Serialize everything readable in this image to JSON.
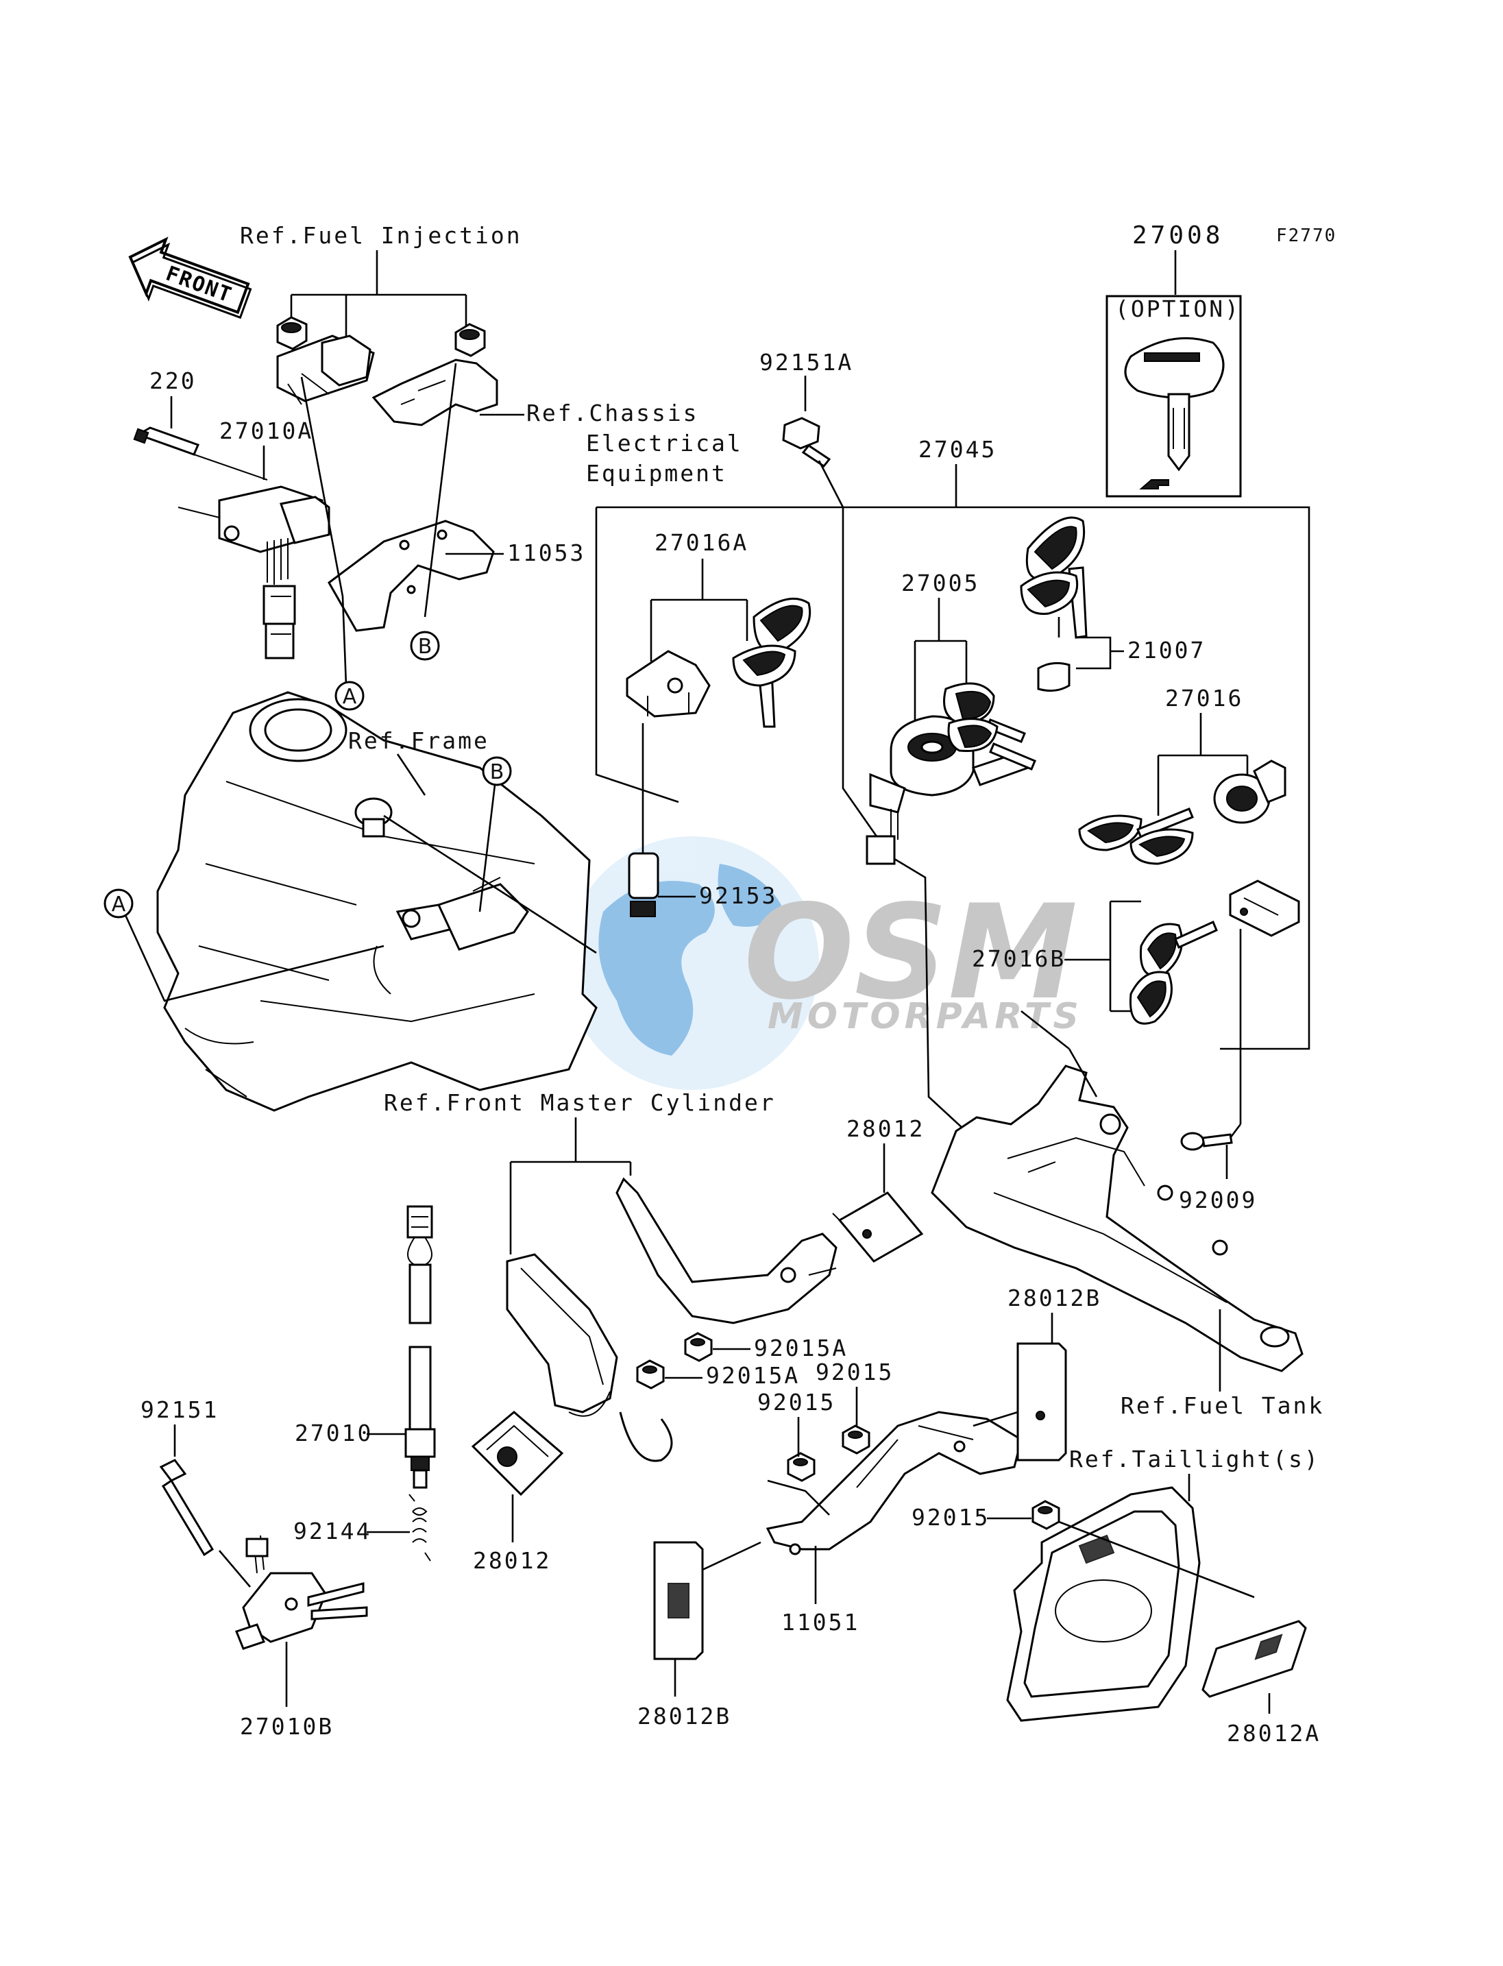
{
  "diagram_code": "F2770",
  "colors": {
    "ink": "#111111",
    "watermark_blue": "#3a8fd6",
    "watermark_grey": "#9a9a9a"
  },
  "watermark": {
    "brand": "OSM",
    "sub": "MOTORPARTS"
  },
  "direction_arrow": "FRONT",
  "option_box": {
    "title": "(OPTION)",
    "part_no": "27008"
  },
  "reference_circles": [
    "A",
    "B"
  ],
  "refs": {
    "fuel_injection": "Ref.Fuel Injection",
    "chassis_line1": "Ref.Chassis",
    "chassis_line2": "Electrical",
    "chassis_line3": "Equipment",
    "frame": "Ref.Frame",
    "front_master_cylinder": "Ref.Front Master Cylinder",
    "fuel_tank": "Ref.Fuel Tank",
    "taillight": "Ref.Taillight(s)"
  },
  "parts": {
    "p220": "220",
    "p27010A": "27010A",
    "p11053": "11053",
    "p92151A": "92151A",
    "p27045": "27045",
    "p27016A": "27016A",
    "p27005": "27005",
    "p21007": "21007",
    "p27016": "27016",
    "p92153": "92153",
    "p27016B": "27016B",
    "p28012_top": "28012",
    "p92009": "92009",
    "p92015A_1": "92015A",
    "p92015A_2": "92015A",
    "p28012B_right": "28012B",
    "p92015_a": "92015",
    "p92015_b": "92015",
    "p92015_c": "92015",
    "p27010": "27010",
    "p92144": "92144",
    "p28012_bottom": "28012",
    "p11051": "11051",
    "p28012B_bottom": "28012B",
    "p92151": "92151",
    "p27010B": "27010B",
    "p28012A": "28012A"
  }
}
